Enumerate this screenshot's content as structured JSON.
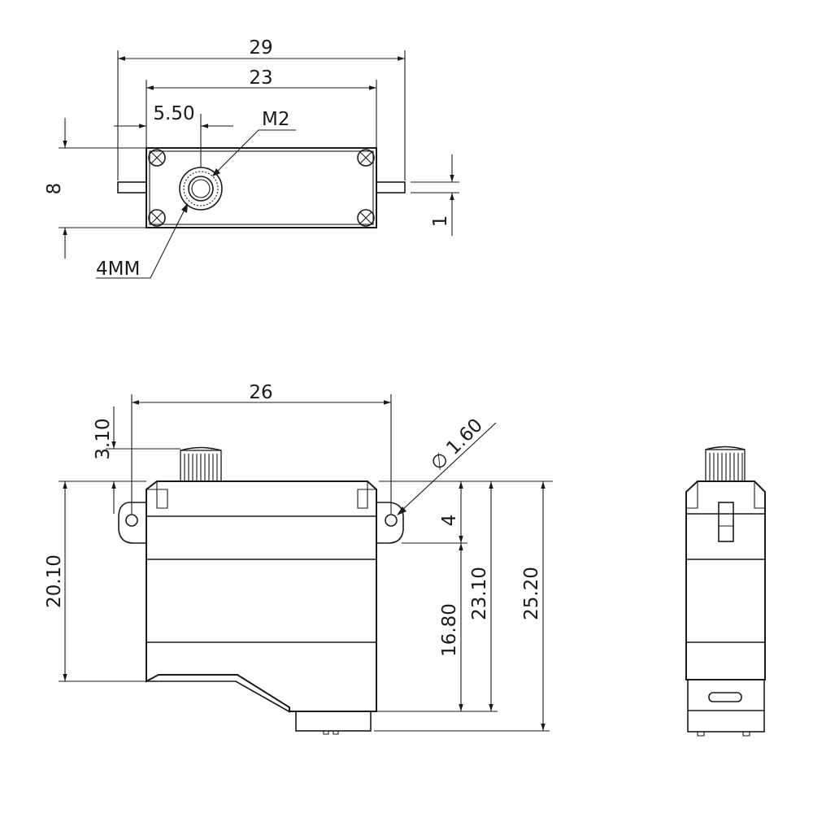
{
  "top_view": {
    "dim_total_width": "29",
    "dim_screw_span": "23",
    "dim_shaft_offset": "5.50",
    "dim_height": "8",
    "dim_tab_thickness": "1",
    "label_thread": "M2",
    "label_shaft": "4MM"
  },
  "front_view": {
    "dim_hole_span": "26",
    "dim_gear_height": "3.10",
    "dim_hole_diameter": "∅ 1.60",
    "dim_hole_to_top": "4",
    "dim_case_height": "20.10",
    "dim_tab_to_bottom": "16.80",
    "dim_top_to_bottom": "23.10",
    "dim_overall_height": "25.20"
  }
}
